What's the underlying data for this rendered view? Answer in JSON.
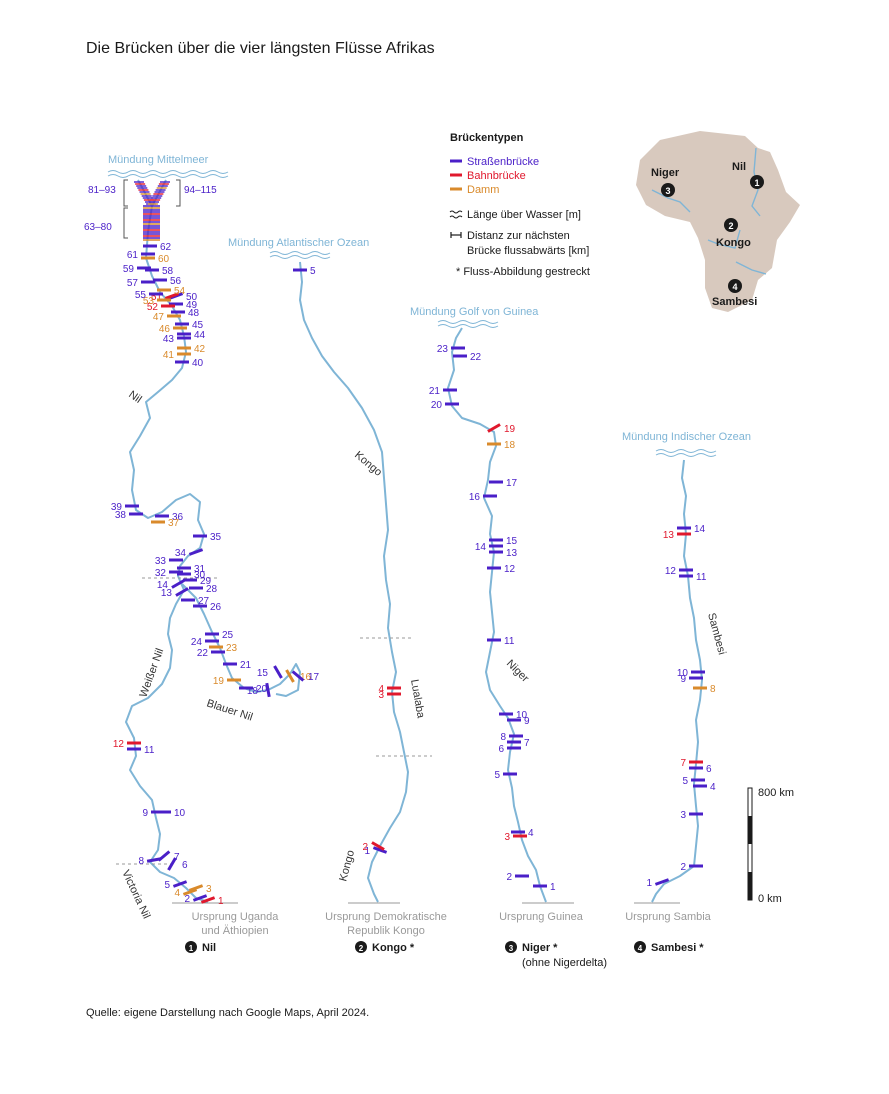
{
  "title": "Die Brücken über die vier längsten Flüsse Afrikas",
  "source": "Quelle: eigene Darstellung nach Google Maps, April 2024.",
  "colors": {
    "road": "#4a1fc8",
    "rail": "#e0182d",
    "dam": "#d98a2b",
    "river": "#7fb5d6",
    "land": "#d8c9be"
  },
  "legend": {
    "heading": "Brückentypen",
    "road": "Straßenbrücke",
    "rail": "Bahnbrücke",
    "dam": "Damm",
    "length": "Länge über Wasser [m]",
    "distance_l1": "Distanz zur nächsten",
    "distance_l2": "Brücke flussabwärts [km]",
    "stretched": "* Fluss-Abbildung gestreckt"
  },
  "scale": {
    "top": "800 km",
    "bottom": "0 km"
  },
  "inset_map": {
    "nil": "Nil",
    "niger": "Niger",
    "kongo": "Kongo",
    "sambesi": "Sambesi",
    "n1": "1",
    "n2": "2",
    "n3": "3",
    "n4": "4"
  },
  "rivers": {
    "nile": {
      "mouth": "Mündung Mittelmeer",
      "origin_l1": "Ursprung Uganda",
      "origin_l2": "und Äthiopien",
      "caption_num": "1",
      "caption": "Nil",
      "labels": {
        "main": "Nil",
        "white": "Weißer Nil",
        "blue": "Blauer Nil",
        "victoria": "Victoria Nil"
      },
      "groups": {
        "left_top": "81–93",
        "right_top": "94–115",
        "left_mid": "63–80"
      }
    },
    "congo": {
      "mouth": "Mündung Atlantischer Ozean",
      "origin_l1": "Ursprung Demokratische",
      "origin_l2": "Republik Kongo",
      "caption_num": "2",
      "caption": "Kongo *",
      "labels": {
        "upper": "Kongo",
        "mid": "Lualaba",
        "lower": "Kongo"
      }
    },
    "niger": {
      "mouth": "Mündung Golf von Guinea",
      "origin": "Ursprung Guinea",
      "caption_num": "3",
      "caption": "Niger *",
      "caption_sub": "(ohne Nigerdelta)",
      "labels": {
        "main": "Niger"
      }
    },
    "zambezi": {
      "mouth": "Mündung Indischer Ozean",
      "origin": "Ursprung Sambia",
      "caption_num": "4",
      "caption": "Sambesi *",
      "labels": {
        "main": "Sambesi"
      }
    }
  },
  "bridges": {
    "nile": [
      {
        "n": "1",
        "type": "rail"
      },
      {
        "n": "2",
        "type": "road"
      },
      {
        "n": "3",
        "type": "dam"
      },
      {
        "n": "4",
        "type": "dam"
      },
      {
        "n": "5",
        "type": "road"
      },
      {
        "n": "6",
        "type": "road"
      },
      {
        "n": "7",
        "type": "road"
      },
      {
        "n": "8",
        "type": "road"
      },
      {
        "n": "9",
        "type": "road"
      },
      {
        "n": "10",
        "type": "road"
      },
      {
        "n": "11",
        "type": "road"
      },
      {
        "n": "12",
        "type": "rail"
      },
      {
        "n": "13",
        "type": "road"
      },
      {
        "n": "14",
        "type": "road"
      },
      {
        "n": "15",
        "type": "road"
      },
      {
        "n": "16",
        "type": "dam"
      },
      {
        "n": "17",
        "type": "road"
      },
      {
        "n": "18",
        "type": "road"
      },
      {
        "n": "19",
        "type": "dam"
      },
      {
        "n": "20",
        "type": "road"
      },
      {
        "n": "21",
        "type": "road"
      },
      {
        "n": "22",
        "type": "road"
      },
      {
        "n": "23",
        "type": "dam"
      },
      {
        "n": "24",
        "type": "road"
      },
      {
        "n": "25",
        "type": "road"
      },
      {
        "n": "26",
        "type": "road"
      },
      {
        "n": "27",
        "type": "road"
      },
      {
        "n": "28",
        "type": "road"
      },
      {
        "n": "29",
        "type": "road"
      },
      {
        "n": "30",
        "type": "road"
      },
      {
        "n": "31",
        "type": "road"
      },
      {
        "n": "32",
        "type": "road"
      },
      {
        "n": "33",
        "type": "road"
      },
      {
        "n": "34",
        "type": "road"
      },
      {
        "n": "35",
        "type": "road"
      },
      {
        "n": "36",
        "type": "road"
      },
      {
        "n": "37",
        "type": "dam"
      },
      {
        "n": "38",
        "type": "road"
      },
      {
        "n": "39",
        "type": "road"
      },
      {
        "n": "40",
        "type": "road"
      },
      {
        "n": "41",
        "type": "dam"
      },
      {
        "n": "42",
        "type": "dam"
      },
      {
        "n": "43",
        "type": "road"
      },
      {
        "n": "44",
        "type": "road"
      },
      {
        "n": "45",
        "type": "road"
      },
      {
        "n": "46",
        "type": "dam"
      },
      {
        "n": "47",
        "type": "dam"
      },
      {
        "n": "48",
        "type": "road"
      },
      {
        "n": "49",
        "type": "road"
      },
      {
        "n": "50",
        "type": "road"
      },
      {
        "n": "51",
        "type": "rail"
      },
      {
        "n": "52",
        "type": "rail"
      },
      {
        "n": "53",
        "type": "dam"
      },
      {
        "n": "54",
        "type": "dam"
      },
      {
        "n": "55",
        "type": "road"
      },
      {
        "n": "56",
        "type": "road"
      },
      {
        "n": "57",
        "type": "road"
      },
      {
        "n": "58",
        "type": "road"
      },
      {
        "n": "59",
        "type": "road"
      },
      {
        "n": "60",
        "type": "dam"
      },
      {
        "n": "61",
        "type": "road"
      },
      {
        "n": "62",
        "type": "road"
      }
    ],
    "congo": [
      {
        "n": "1",
        "type": "road"
      },
      {
        "n": "2",
        "type": "rail"
      },
      {
        "n": "3",
        "type": "rail"
      },
      {
        "n": "4",
        "type": "rail"
      },
      {
        "n": "5",
        "type": "road"
      }
    ],
    "niger": [
      {
        "n": "1",
        "type": "road"
      },
      {
        "n": "2",
        "type": "road"
      },
      {
        "n": "3",
        "type": "rail"
      },
      {
        "n": "4",
        "type": "road"
      },
      {
        "n": "5",
        "type": "road"
      },
      {
        "n": "6",
        "type": "road"
      },
      {
        "n": "7",
        "type": "road"
      },
      {
        "n": "8",
        "type": "road"
      },
      {
        "n": "9",
        "type": "road"
      },
      {
        "n": "10",
        "type": "road"
      },
      {
        "n": "11",
        "type": "road"
      },
      {
        "n": "12",
        "type": "road"
      },
      {
        "n": "13",
        "type": "road"
      },
      {
        "n": "14",
        "type": "road"
      },
      {
        "n": "15",
        "type": "road"
      },
      {
        "n": "16",
        "type": "road"
      },
      {
        "n": "17",
        "type": "road"
      },
      {
        "n": "18",
        "type": "dam"
      },
      {
        "n": "19",
        "type": "rail"
      },
      {
        "n": "20",
        "type": "road"
      },
      {
        "n": "21",
        "type": "road"
      },
      {
        "n": "22",
        "type": "road"
      },
      {
        "n": "23",
        "type": "road"
      }
    ],
    "zambezi": [
      {
        "n": "1",
        "type": "road"
      },
      {
        "n": "2",
        "type": "road"
      },
      {
        "n": "3",
        "type": "road"
      },
      {
        "n": "4",
        "type": "road"
      },
      {
        "n": "5",
        "type": "road"
      },
      {
        "n": "6",
        "type": "road"
      },
      {
        "n": "7",
        "type": "rail"
      },
      {
        "n": "8",
        "type": "dam"
      },
      {
        "n": "9",
        "type": "road"
      },
      {
        "n": "10",
        "type": "road"
      },
      {
        "n": "11",
        "type": "road"
      },
      {
        "n": "12",
        "type": "road"
      },
      {
        "n": "13",
        "type": "rail"
      },
      {
        "n": "14",
        "type": "road"
      }
    ]
  }
}
